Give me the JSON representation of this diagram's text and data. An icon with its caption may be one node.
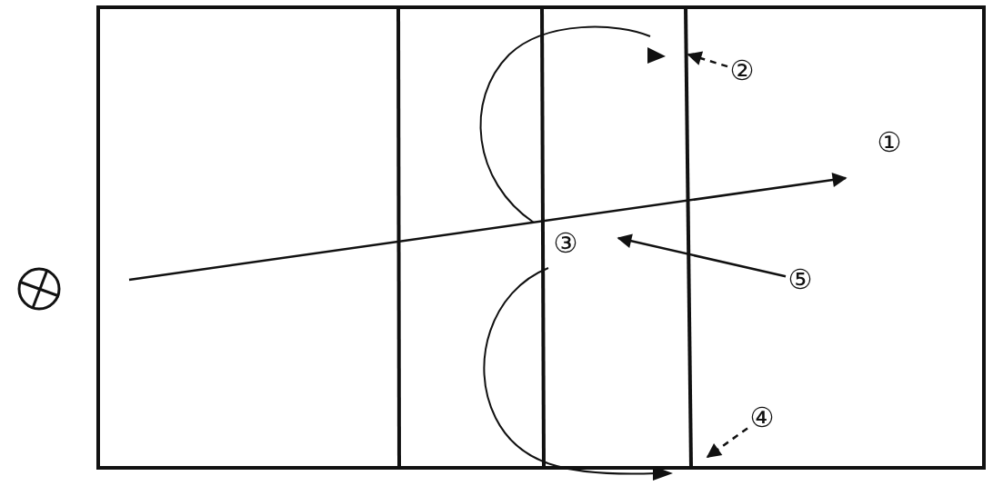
{
  "diagram": {
    "nodes": [
      {
        "text": [
          "①"
        ]
      },
      {
        "text": [
          "②"
        ]
      },
      {
        "text": [
          "③"
        ]
      },
      {
        "text": [
          "④"
        ]
      },
      {
        "text": [
          "⑤"
        ]
      }
    ],
    "edges": [
      {
        "from": 1,
        "to": null,
        "arrow": "to",
        "style": "dashed"
      },
      {
        "from": 3,
        "to": null,
        "arrow": "to",
        "style": "dashed"
      },
      {
        "from": 4,
        "to": null,
        "arrow": "to"
      }
    ]
  }
}
